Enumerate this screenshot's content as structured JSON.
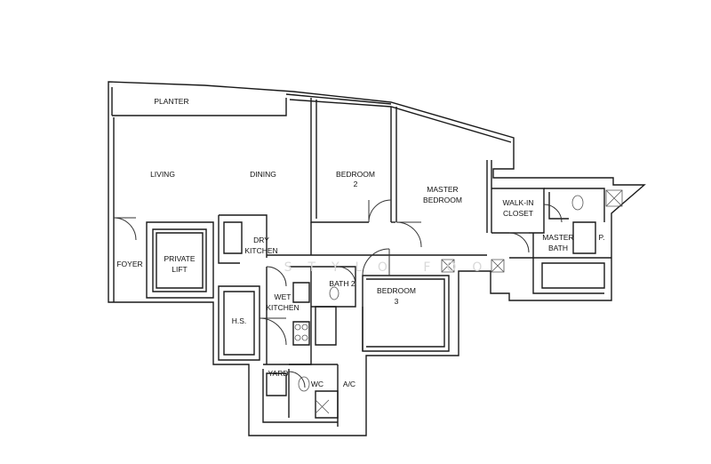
{
  "plan": {
    "watermark": "STYLO FOO",
    "rooms": {
      "planter": "PLANTER",
      "living": "LIVING",
      "dining": "DINING",
      "bedroom2_line1": "BEDROOM",
      "bedroom2_line2": "2",
      "master_bedroom_line1": "MASTER",
      "master_bedroom_line2": "BEDROOM",
      "walkin_line1": "WALK-IN",
      "walkin_line2": "CLOSET",
      "master_bath_line1": "MASTER",
      "master_bath_line2": "BATH",
      "p": "P.",
      "dry_kitchen_line1": "DRY",
      "dry_kitchen_line2": "KITCHEN",
      "foyer": "FOYER",
      "private_lift_line1": "PRIVATE",
      "private_lift_line2": "LIFT",
      "bath2": "BATH 2",
      "bedroom3_line1": "BEDROOM",
      "bedroom3_line2": "3",
      "wet_kitchen_line1": "WET",
      "wet_kitchen_line2": "KITCHEN",
      "hs": "H.S.",
      "yard": "YARD",
      "wc": "WC",
      "ac": "A/C"
    },
    "colors": {
      "wall": "#1a1a1a",
      "line": "#333333",
      "paper": "#ffffff"
    }
  }
}
